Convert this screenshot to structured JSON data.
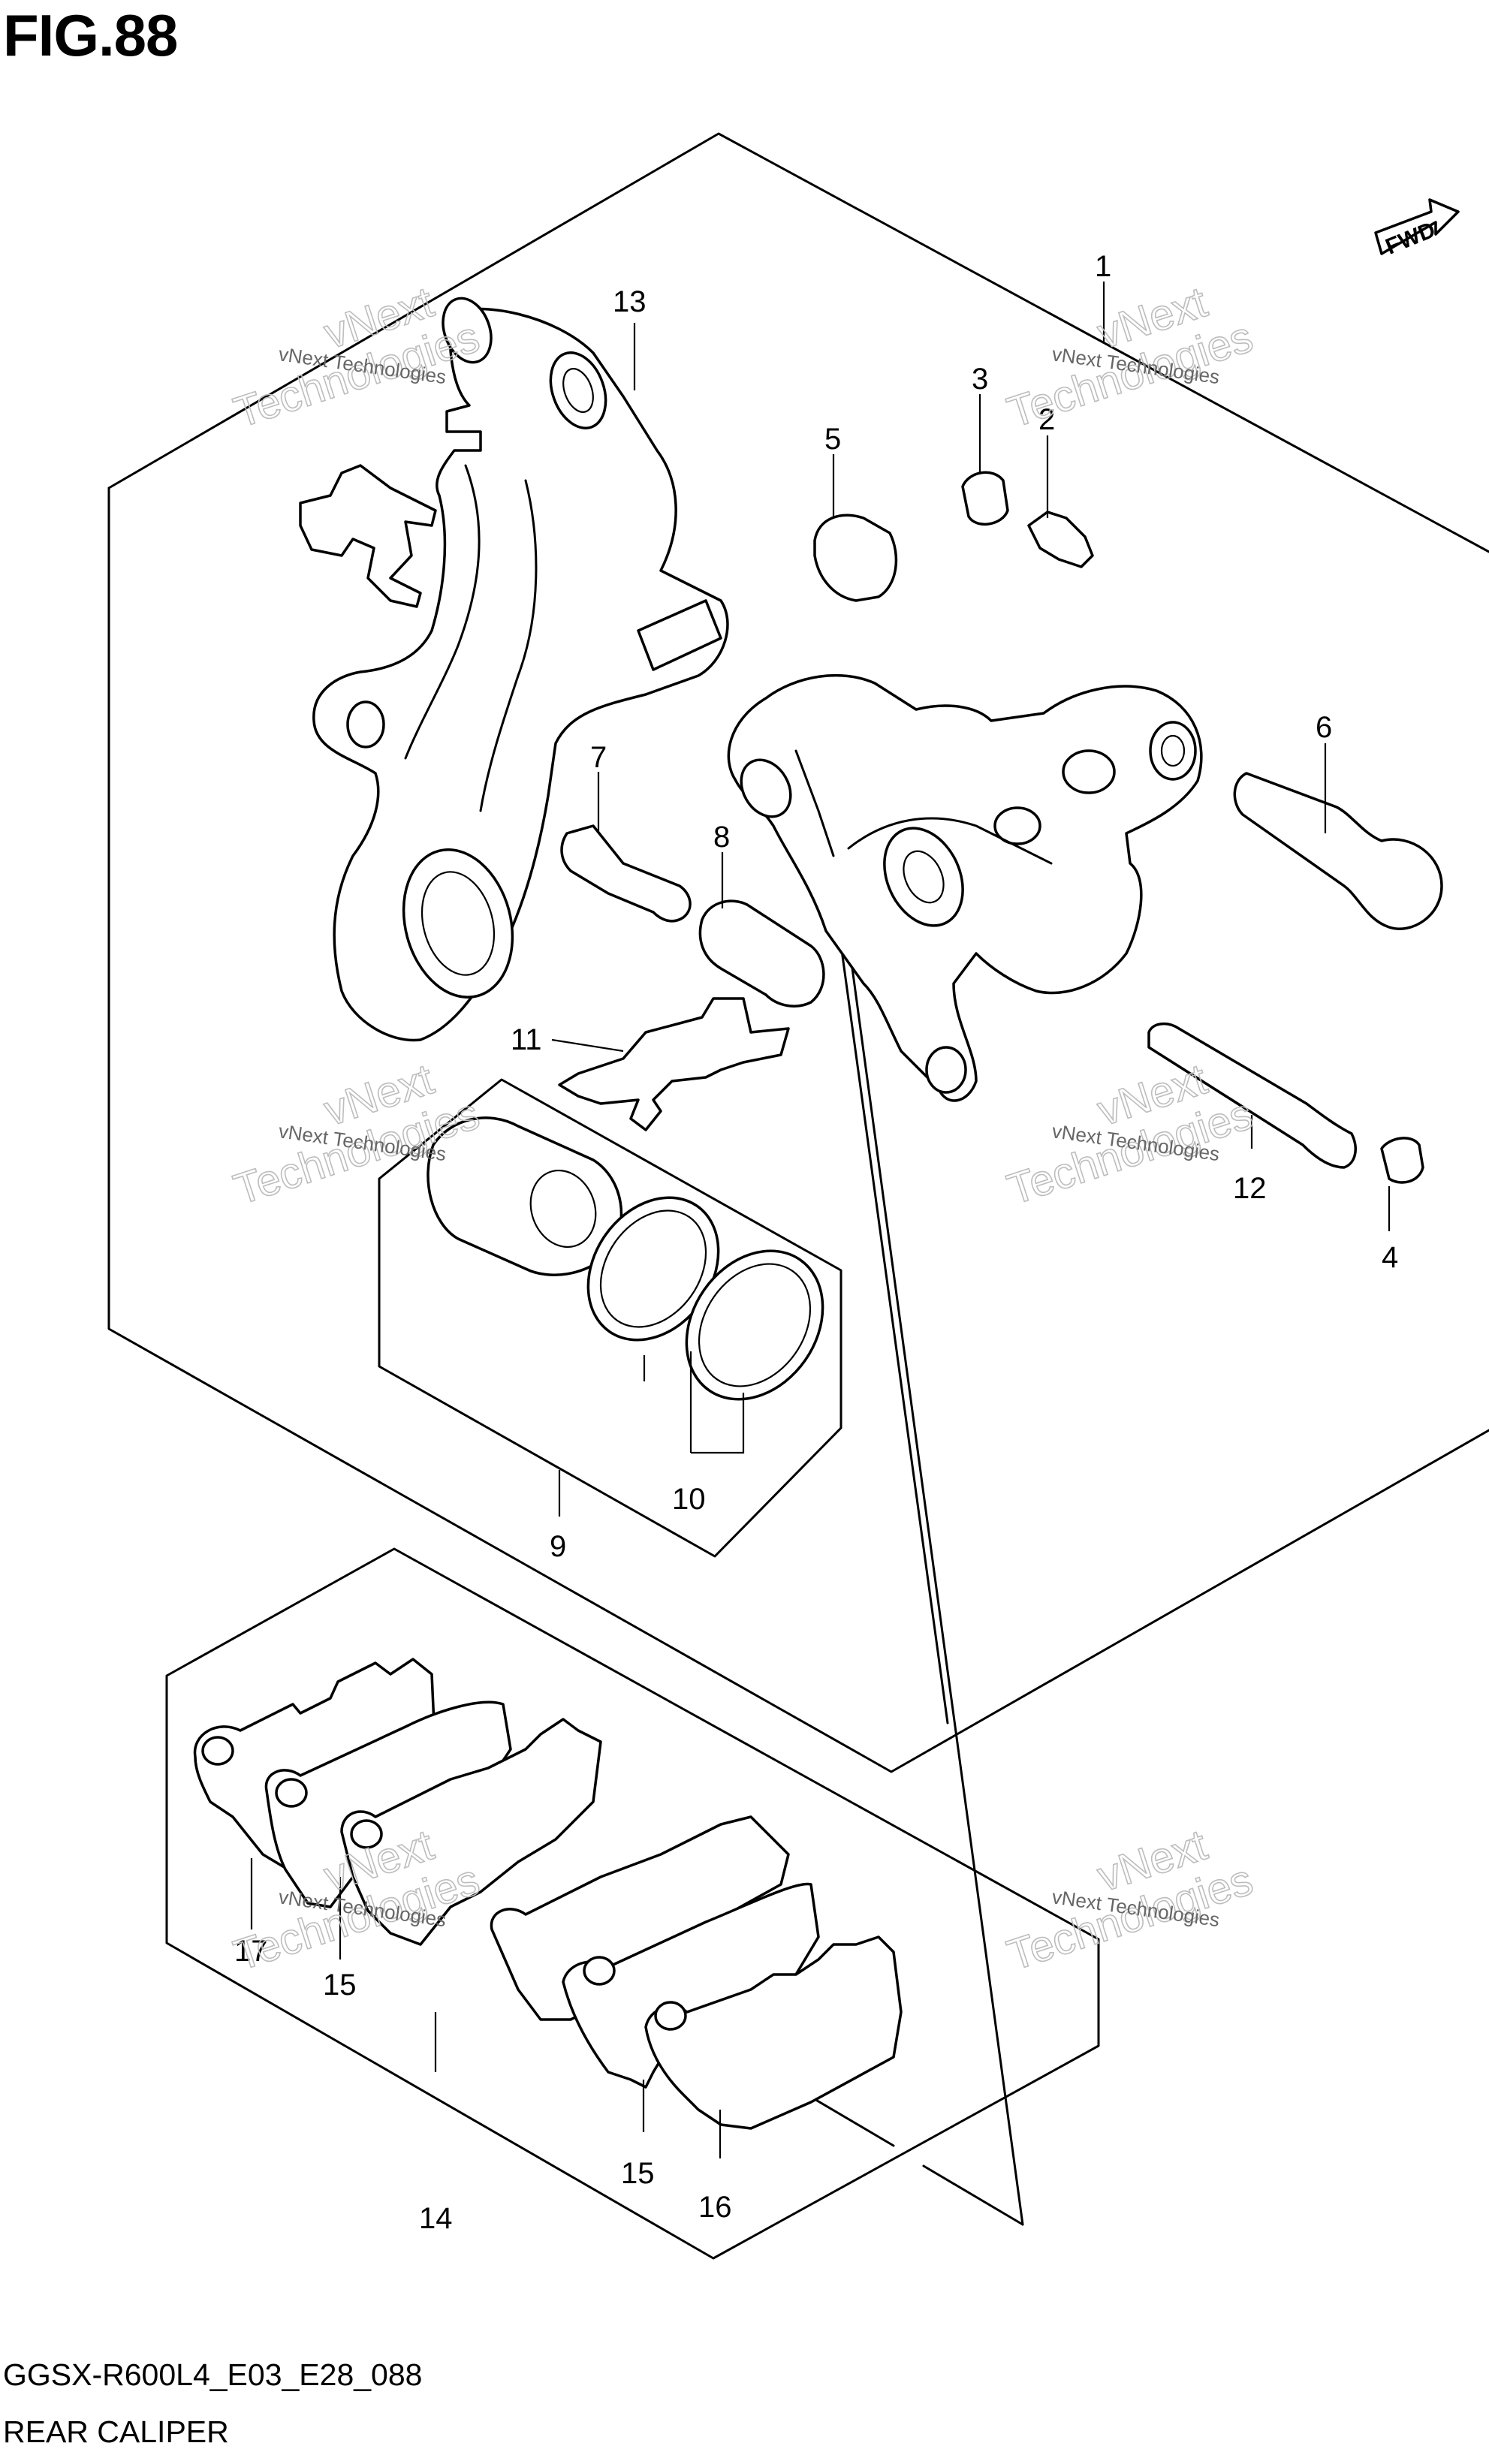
{
  "figure": {
    "title": "FIG.88",
    "code": "GGSX-R600L4_E03_E28_088",
    "caption": "REAR CALIPER"
  },
  "fwd_badge": "FWD",
  "callouts": [
    "1",
    "2",
    "3",
    "4",
    "5",
    "6",
    "7",
    "8",
    "9",
    "10",
    "11",
    "12",
    "13",
    "14",
    "15",
    "15",
    "16",
    "17"
  ],
  "watermark": {
    "small": "vNext Technologies",
    "big_line1": "vNext",
    "big_line2": "Technologies"
  }
}
